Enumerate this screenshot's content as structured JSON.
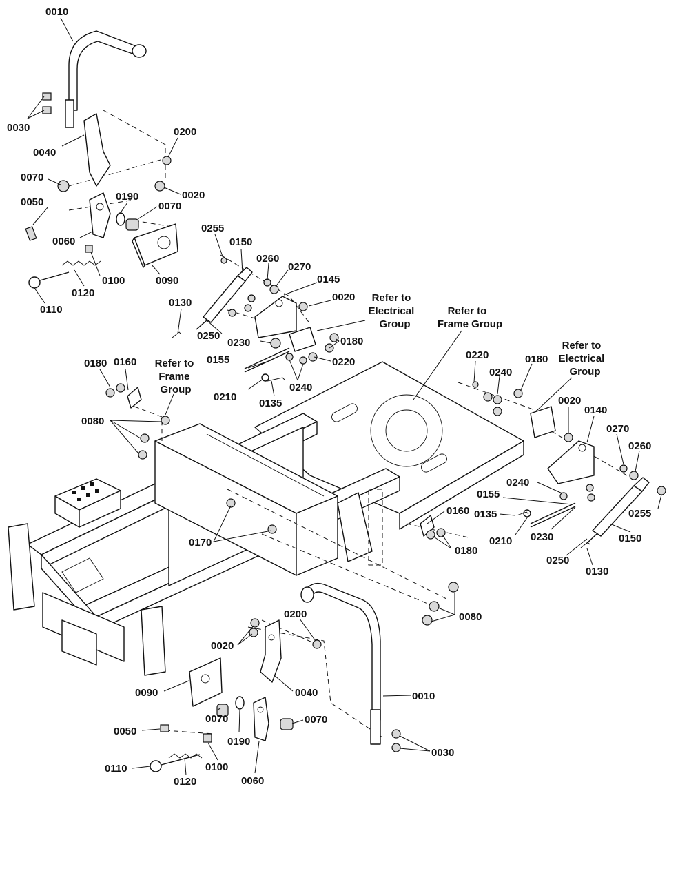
{
  "callouts": {
    "c0010a": "0010",
    "c0030a": "0030",
    "c0040a": "0040",
    "c0200a": "0200",
    "c0020a": "0020",
    "c0070a": "0070",
    "c0190a": "0190",
    "c0070b": "0070",
    "c0050a": "0050",
    "c0060a": "0060",
    "c0090a": "0090",
    "c0100a": "0100",
    "c0120a": "0120",
    "c0110a": "0110",
    "c0255a": "0255",
    "c0150a": "0150",
    "c0260a": "0260",
    "c0270a": "0270",
    "c0145": "0145",
    "c0020b": "0020",
    "c0130a": "0130",
    "c0250a": "0250",
    "c0230a": "0230",
    "c0180a": "0180",
    "c0155a": "0155",
    "c0220a": "0220",
    "c0240a": "0240",
    "c0210a": "0210",
    "c0135a": "0135",
    "c0180b": "0180",
    "c0160a": "0160",
    "c0080a": "0080",
    "c0220b": "0220",
    "c0240b": "0240",
    "c0180c": "0180",
    "c0020c": "0020",
    "c0140": "0140",
    "c0270b": "0270",
    "c0260b": "0260",
    "c0255b": "0255",
    "c0240c": "0240",
    "c0155b": "0155",
    "c0135b": "0135",
    "c0210b": "0210",
    "c0230b": "0230",
    "c0150b": "0150",
    "c0250b": "0250",
    "c0130b": "0130",
    "c0160b": "0160",
    "c0180d": "0180",
    "c0170": "0170",
    "c0080b": "0080",
    "c0200b": "0200",
    "c0020d": "0020",
    "c0090b": "0090",
    "c0040b": "0040",
    "c0070c": "0070",
    "c0010b": "0010",
    "c0050b": "0050",
    "c0190b": "0190",
    "c0070d": "0070",
    "c0030b": "0030",
    "c0110b": "0110",
    "c0120b": "0120",
    "c0100b": "0100",
    "c0060b": "0060"
  },
  "references": {
    "ref_frame_left": [
      "Refer to",
      "Frame",
      "Group"
    ],
    "ref_electrical_top": [
      "Refer to",
      "Electrical",
      "Group"
    ],
    "ref_frame_right": [
      "Refer to",
      "Frame Group"
    ],
    "ref_electrical_right": [
      "Refer to",
      "Electrical",
      "Group"
    ]
  }
}
